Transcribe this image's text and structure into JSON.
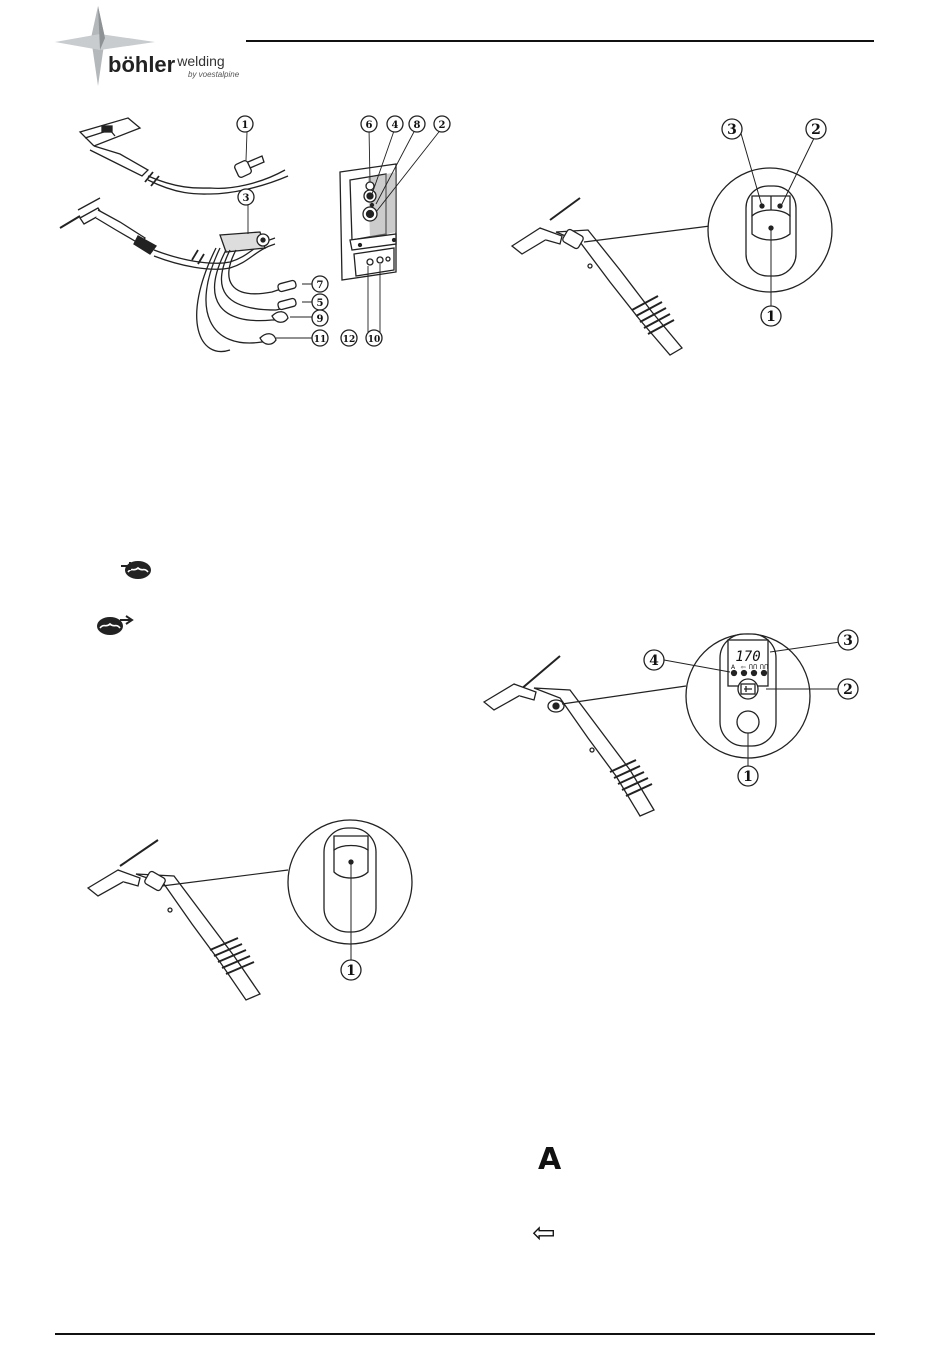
{
  "header": {
    "brand": "böhler",
    "brand_suffix": "welding",
    "brand_sub": "by voestalpine"
  },
  "figures": {
    "fig_connections": {
      "callouts": [
        "1",
        "3",
        "7",
        "5",
        "9",
        "11",
        "6",
        "4",
        "8",
        "2",
        "12",
        "10"
      ]
    },
    "fig_torch_updown": {
      "callouts": [
        "3",
        "2",
        "1"
      ]
    },
    "fig_torch_single": {
      "callouts": [
        "1"
      ]
    },
    "fig_torch_display": {
      "callouts": [
        "4",
        "3",
        "2",
        "1"
      ],
      "display_value": "170",
      "indicator_labels": [
        "A",
        "⇦",
        "ᑎᑎ",
        "ᑎᑎ"
      ]
    }
  },
  "symbols": {
    "amp_symbol": "A",
    "arrow_symbol": "⇦"
  }
}
